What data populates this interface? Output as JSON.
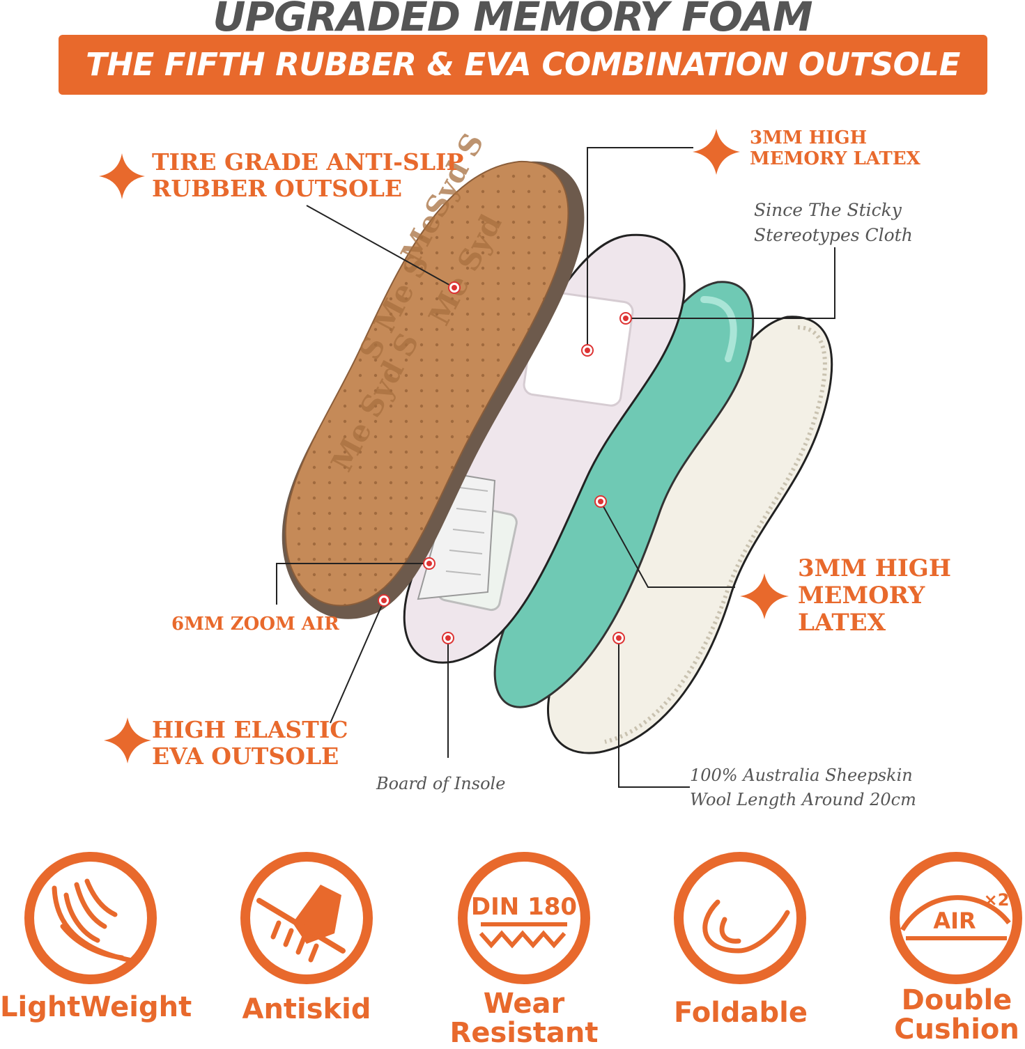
{
  "header": {
    "title": "UPGRADED MEMORY FOAM",
    "banner": "THE FIFTH RUBBER & EVA COMBINATION OUTSOLE"
  },
  "callouts": {
    "rubber_outsole": [
      "TIRE GRADE ANTI-SLIP",
      "RUBBER OUTSOLE"
    ],
    "latex_top": [
      "3MM HIGH",
      "MEMORY LATEX"
    ],
    "sticky_cloth": [
      "Since The Sticky",
      "Stereotypes Cloth"
    ],
    "latex_mid": [
      "3MM HIGH",
      "MEMORY",
      "LATEX"
    ],
    "zoom_air": "6MM ZOOM AIR",
    "eva_outsole": [
      "HIGH ELASTIC",
      "EVA OUTSOLE"
    ],
    "board": "Board of Insole",
    "sheepskin": [
      "100% Australia Sheepskin",
      "Wool Length Around 20cm"
    ]
  },
  "features": [
    {
      "icon": "feather-icon",
      "label": [
        "LightWeight"
      ]
    },
    {
      "icon": "antiskid-icon",
      "label": [
        "Antiskid"
      ]
    },
    {
      "icon": "din-wear-icon",
      "label": [
        "Wear",
        "Resistant"
      ],
      "badge": "DIN 180"
    },
    {
      "icon": "fold-icon",
      "label": [
        "Foldable"
      ]
    },
    {
      "icon": "air-cushion-icon",
      "label": [
        "Double",
        "Cushion"
      ],
      "badge": "AIR",
      "multiplier": "×2"
    }
  ],
  "colors": {
    "accent": "#e8692c",
    "headline": "#555555",
    "rubber": "#c58a58",
    "rubber_side": "#6d5a4c",
    "latex": "#6fc9b4",
    "board": "#efe6ec",
    "wool": "#f3f0e6"
  }
}
